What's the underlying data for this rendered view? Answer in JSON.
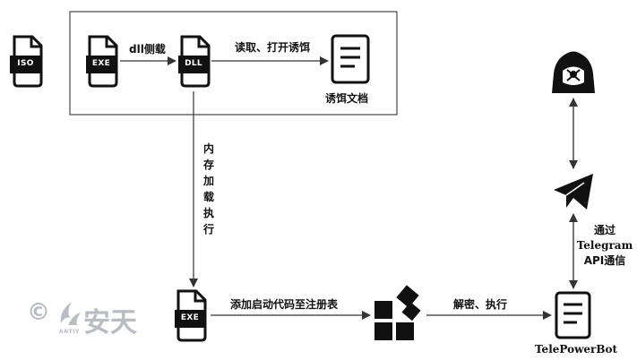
{
  "nodes": {
    "iso": {
      "tag": "ISO"
    },
    "exe_top": {
      "tag": "EXE"
    },
    "dll": {
      "tag": "DLL"
    },
    "decoy_doc": {
      "label": "诱饵文档"
    },
    "exe_bottom": {
      "tag": "EXE"
    },
    "payload": {
      "label": "TelePowerBot"
    }
  },
  "edges": {
    "dll_sideload": "dll侧载",
    "read_open_decoy": "读取、打开诱饵",
    "memory_load": "内存加载执行",
    "add_startup": "添加启动代码至注册表",
    "decrypt_exec": "解密、执行",
    "via_telegram": [
      "通过",
      "Telegram",
      "API通信"
    ]
  },
  "watermark": {
    "copyright": "©",
    "brand": "安天",
    "sub": "ANTIY"
  },
  "icons": [
    "iso-file-icon",
    "exe-file-icon",
    "dll-file-icon",
    "document-icon",
    "blocks-icon",
    "hacker-icon",
    "telegram-icon"
  ]
}
